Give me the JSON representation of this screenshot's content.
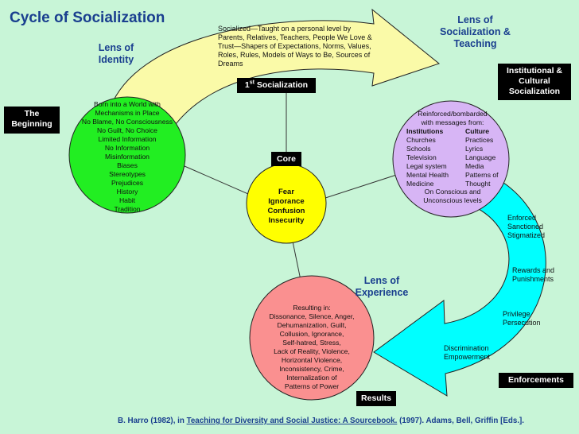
{
  "title": "Cycle of Socialization",
  "lenses": {
    "identity": [
      "Lens of",
      "Identity"
    ],
    "socialization_teaching": [
      "Lens of",
      "Socialization &",
      "Teaching"
    ],
    "experience": [
      "Lens of",
      "Experience"
    ]
  },
  "labels": {
    "beginning": [
      "The",
      "Beginning"
    ],
    "first_socialization": "1st Socialization",
    "core": "Core",
    "institutional": [
      "Institutional &",
      "Cultural",
      "Socialization"
    ],
    "enforcements": "Enforcements",
    "results": "Results"
  },
  "top_arrow_text": [
    "Socialized—Taught on a personal level by",
    "Parents, Relatives, Teachers, People We Love &",
    "Trust—Shapers of Expectations, Norms, Values,",
    "Roles, Rules, Models of Ways to Be, Sources of",
    "Dreams"
  ],
  "green_circle": [
    "Born into a World with",
    "Mechanisms in Place",
    "No Blame, No Consciousness",
    "No Guilt, No Choice",
    "Limited Information",
    "No Information",
    "Misinformation",
    "Biases",
    "Stereotypes",
    "Prejudices",
    "History",
    "Habit",
    "Tradition"
  ],
  "core_circle": [
    "Fear",
    "Ignorance",
    "Confusion",
    "Insecurity"
  ],
  "purple_circle": {
    "intro": [
      "Reinforced/bombarded",
      "with messages from:"
    ],
    "col1_header": "Institutions",
    "col2_header": "Culture",
    "col1": [
      "Churches",
      "Schools",
      "Television",
      "Legal system",
      "Mental Health",
      "Medicine"
    ],
    "col2": [
      "Practices",
      "Lyrics",
      "Language",
      "Media",
      "Patterns of",
      "Thought"
    ],
    "outro": [
      "On Conscious and",
      "Unconscious levels"
    ]
  },
  "cyan_arrow_text": {
    "enforced": [
      "Enforced",
      "Sanctioned",
      "Stigmatized"
    ],
    "rewards": [
      "Rewards and",
      "Punishments"
    ],
    "privilege": [
      "Privilege",
      "Persecution"
    ],
    "discrimination": [
      "Discrimination",
      "Empowerment"
    ]
  },
  "red_circle": [
    "Resulting in:",
    "Dissonance, Silence, Anger,",
    "Dehumanization, Guilt,",
    "Collusion, Ignorance,",
    "Self-hatred, Stress,",
    "Lack of Reality, Violence,",
    "Horizontal Violence,",
    "Inconsistency, Crime,",
    "Internalization of",
    "Patterns of Power"
  ],
  "footer": {
    "pre": "B. Harro (1982), in ",
    "book": "Teaching for Diversity and Social Justice: A Sourcebook.",
    "post": " (1997). Adams, Bell, Griffin [Eds.]."
  },
  "colors": {
    "background": "#c8f5d7",
    "top_arrow": "#fafaa8",
    "cyan_arrow": "#00ffff",
    "green_circle": "#22ee22",
    "purple_circle": "#d7b5f5",
    "core_circle": "#ffff00",
    "red_circle": "#fa9090",
    "title": "#1a3f8f"
  }
}
